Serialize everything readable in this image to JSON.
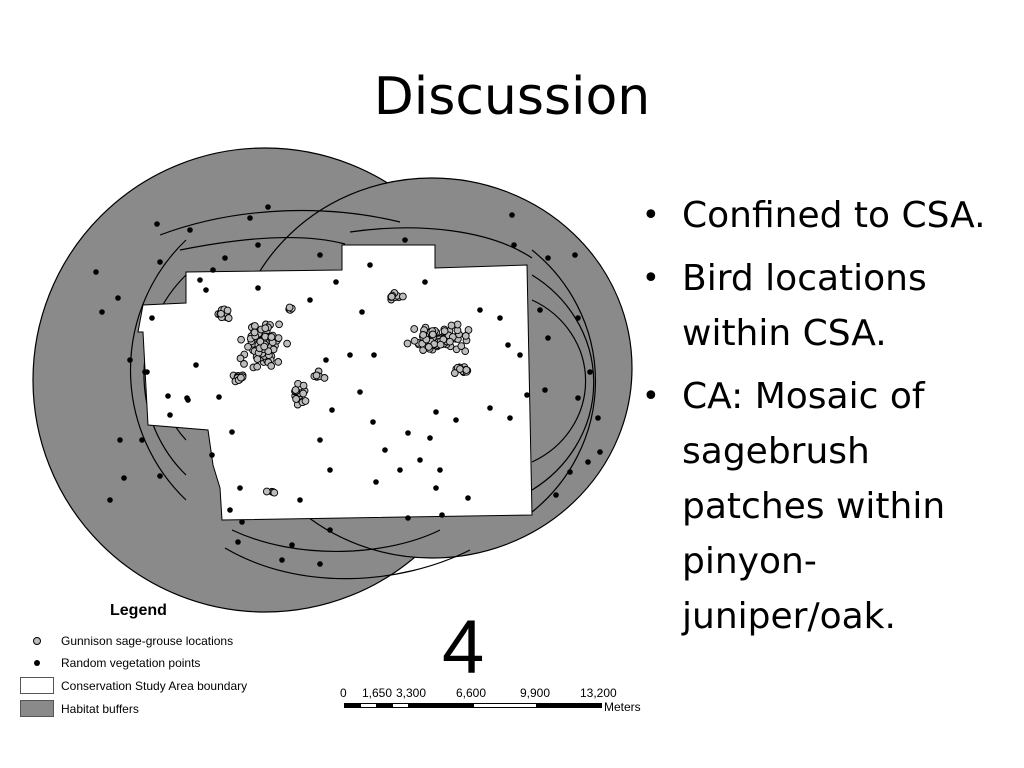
{
  "slide": {
    "title": "Discussion",
    "bullets": [
      "Confined to CSA.",
      "Bird locations within CSA.",
      "CA: Mosaic of sagebrush patches within pinyon-juniper/oak."
    ]
  },
  "map": {
    "north_label": "4",
    "colors": {
      "buffer_fill": "#8a8a8a",
      "csa_fill": "#ffffff",
      "grouse_fill": "#bdbdbd",
      "random_fill": "#000000"
    }
  },
  "legend": {
    "title": "Legend",
    "items": [
      {
        "label": "Gunnison sage-grouse locations",
        "symbol": "gray-circle"
      },
      {
        "label": "Random vegetation points",
        "symbol": "black-dot"
      },
      {
        "label": "Conservation Study Area boundary",
        "symbol": "white-box"
      },
      {
        "label": "Habitat buffers",
        "symbol": "gray-box"
      }
    ]
  },
  "scale_bar": {
    "ticks": [
      "0",
      "1,650",
      "3,300",
      "6,600",
      "9,900",
      "13,200"
    ],
    "unit": "Meters"
  }
}
